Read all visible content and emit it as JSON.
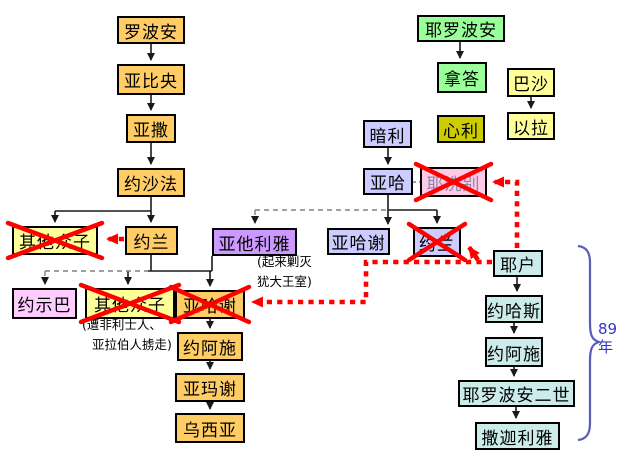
{
  "diagram_type": "genealogy-flowchart",
  "colors": {
    "judah_orange": "#FFCC66",
    "sons_yellow": "#FFFF99",
    "israel_green": "#99FF99",
    "omri_lavender": "#CCCCFF",
    "athaliah_purple": "#CC99FF",
    "jehosheba_pink": "#FFCCFF",
    "jezebel_pink": "#FFC9E8",
    "zimri_olive": "#CCCC00",
    "jehu_cyan": "#CCECEC",
    "cross_red": "#FF0000",
    "duration_blue": "#3333CC",
    "brace_blue": "#5C5CB8"
  },
  "nodes": [
    {
      "id": "rehoboam",
      "label": "罗波安",
      "fill": "#FFCC66",
      "crossed": false
    },
    {
      "id": "abijah",
      "label": "亚比央",
      "fill": "#FFCC66",
      "crossed": false
    },
    {
      "id": "asa",
      "label": "亚撒",
      "fill": "#FFCC66",
      "crossed": false
    },
    {
      "id": "jehoshaphat",
      "label": "约沙法",
      "fill": "#FFCC66",
      "crossed": false
    },
    {
      "id": "other_sons_1",
      "label": "其他众子",
      "fill": "#FFFF99",
      "crossed": true
    },
    {
      "id": "jehoram_judah",
      "label": "约兰",
      "fill": "#FFCC66",
      "crossed": false
    },
    {
      "id": "athaliah",
      "label": "亚他利雅",
      "fill": "#CC99FF",
      "crossed": false
    },
    {
      "id": "jehosheba",
      "label": "约示巴",
      "fill": "#FFCCFF",
      "crossed": false
    },
    {
      "id": "other_sons_2",
      "label": "其他众子",
      "fill": "#FFFF99",
      "crossed": true
    },
    {
      "id": "ahaziah_judah",
      "label": "亚哈谢",
      "fill": "#FFCC66",
      "crossed": true
    },
    {
      "id": "joash_judah",
      "label": "约阿施",
      "fill": "#FFCC66",
      "crossed": false
    },
    {
      "id": "amaziah",
      "label": "亚玛谢",
      "fill": "#FFCC66",
      "crossed": false
    },
    {
      "id": "uzziah",
      "label": "乌西亚",
      "fill": "#FFCC66",
      "crossed": false
    },
    {
      "id": "jeroboam",
      "label": "耶罗波安",
      "fill": "#99FF99",
      "crossed": false
    },
    {
      "id": "nadab",
      "label": "拿答",
      "fill": "#99FF99",
      "crossed": false
    },
    {
      "id": "baasha",
      "label": "巴沙",
      "fill": "#FFFF99",
      "crossed": false
    },
    {
      "id": "elah",
      "label": "以拉",
      "fill": "#FFFF99",
      "crossed": false
    },
    {
      "id": "zimri",
      "label": "心利",
      "fill": "#CCCC00",
      "crossed": false
    },
    {
      "id": "omri",
      "label": "暗利",
      "fill": "#CCCCFF",
      "crossed": false
    },
    {
      "id": "ahab",
      "label": "亚哈",
      "fill": "#CCCCFF",
      "crossed": false
    },
    {
      "id": "jezebel",
      "label": "耶洗别",
      "fill": "#FFC9E8",
      "text": "#8888AA",
      "crossed": true
    },
    {
      "id": "ahaziah_israel",
      "label": "亚哈谢",
      "fill": "#CCCCFF",
      "crossed": false
    },
    {
      "id": "joram_israel",
      "label": "约兰",
      "fill": "#CCCCFF",
      "crossed": true
    },
    {
      "id": "jehu",
      "label": "耶户",
      "fill": "#CCECEC",
      "crossed": false
    },
    {
      "id": "jehoahaz",
      "label": "约哈斯",
      "fill": "#CCECEC",
      "crossed": false
    },
    {
      "id": "joash_israel",
      "label": "约阿施",
      "fill": "#CCECEC",
      "crossed": false
    },
    {
      "id": "jeroboam_ii",
      "label": "耶罗波安二世",
      "fill": "#CCECEC",
      "crossed": false
    },
    {
      "id": "zechariah",
      "label": "撒迦利雅",
      "fill": "#CCECEC",
      "crossed": false
    }
  ],
  "annotations": {
    "athaliah_note": [
      "(起来剿灭",
      "犹大王室)"
    ],
    "other_sons_note": [
      "(遭非利士人、",
      "亚拉伯人掳走)"
    ]
  },
  "brace_label": [
    "89",
    "年"
  ]
}
